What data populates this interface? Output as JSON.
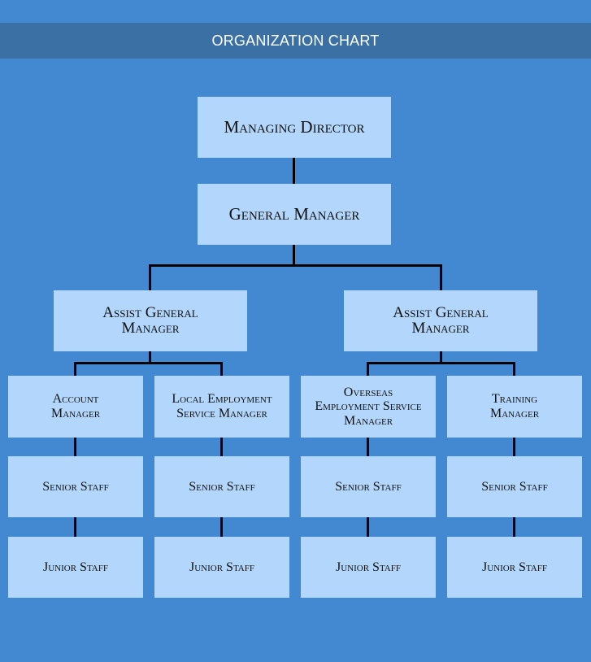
{
  "title": "ORGANIZATION CHART",
  "colors": {
    "background": "#4289d1",
    "title_band": "#3b70a4",
    "node_fill": "#b3d7fc",
    "connector": "#000000",
    "title_text": "#ffffff"
  },
  "nodes": {
    "managing_director": "Managing Director",
    "general_manager": "General Manager",
    "agm_left": "Assist General Manager",
    "agm_right": "Assist General Manager",
    "departments": [
      {
        "manager": "Account Manager",
        "senior": "Senior Staff",
        "junior": "Junior Staff"
      },
      {
        "manager": "Local Employment Service Manager",
        "senior": "Senior Staff",
        "junior": "Junior Staff"
      },
      {
        "manager": "Overseas Employment Service Manager",
        "senior": "Senior Staff",
        "junior": "Junior Staff"
      },
      {
        "manager": "Training Manager",
        "senior": "Senior Staff",
        "junior": "Junior Staff"
      }
    ]
  },
  "hierarchy": [
    {
      "parent": "Managing Director",
      "child": "General Manager"
    },
    {
      "parent": "General Manager",
      "child": "Assist General Manager (left)"
    },
    {
      "parent": "General Manager",
      "child": "Assist General Manager (right)"
    },
    {
      "parent": "Assist General Manager (left)",
      "child": "Account Manager"
    },
    {
      "parent": "Assist General Manager (left)",
      "child": "Local Employment Service Manager"
    },
    {
      "parent": "Assist General Manager (right)",
      "child": "Overseas Employment Service Manager"
    },
    {
      "parent": "Assist General Manager (right)",
      "child": "Training Manager"
    }
  ]
}
